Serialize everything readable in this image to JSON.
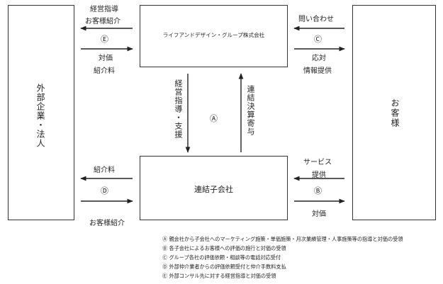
{
  "boxes": {
    "parent": "ライフアンドデザイン・グループ株式会社",
    "subsidiary": "連結子会社",
    "external": "外部企業・法人",
    "customer": "お客様"
  },
  "labels": {
    "top_left_upper_1": "経営指導",
    "top_left_upper_2": "お客様紹介",
    "marker_e": "Ⓔ",
    "top_left_lower_1": "対価",
    "top_left_lower_2": "紹介料",
    "top_right_upper": "問い合わせ",
    "marker_c": "Ⓒ",
    "top_right_lower_1": "応対",
    "top_right_lower_2": "情報提供",
    "center_down": "経営指導・支援",
    "marker_a": "Ⓐ",
    "center_up": "連結決算寄与",
    "bottom_left_upper": "紹介料",
    "marker_d": "Ⓓ",
    "bottom_left_lower": "お客様紹介",
    "bottom_right_upper_1": "サービス",
    "bottom_right_upper_2": "提供",
    "marker_b": "Ⓑ",
    "bottom_right_lower": "対価"
  },
  "notes": [
    "Ⓐ 親会社から子会社へのマーケティング施策・単価施策・月次業績管理・人事施策等の指導と対価の受領",
    "Ⓑ 各子会社によるお客様への評価の施行と対価の受領",
    "Ⓒ グループ各社の評価依頼・相談等の電話対応受付",
    "Ⓓ 外部仲介業者からの評価依頼受付と仲介手数料支払",
    "Ⓔ 外部コンサル先に対する経営指導と対価の受領"
  ]
}
